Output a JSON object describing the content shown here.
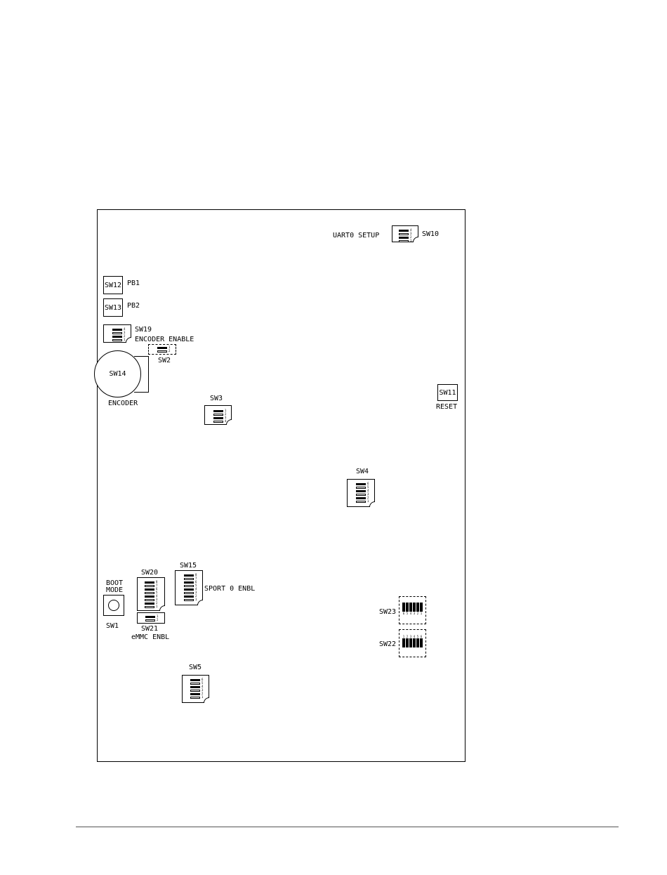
{
  "labels": {
    "uart0_setup": "UART0 SETUP",
    "sw10": "SW10",
    "sw12": "SW12",
    "pb1": "PB1",
    "sw13": "SW13",
    "pb2": "PB2",
    "sw19": "SW19",
    "encoder_enable": "ENCODER ENABLE",
    "sw2": "SW2",
    "sw14": "SW14",
    "encoder": "ENCODER",
    "sw3": "SW3",
    "sw11": "SW11",
    "reset": "RESET",
    "sw4": "SW4",
    "boot": "BOOT",
    "mode": "MODE",
    "sw1": "SW1",
    "sw20": "SW20",
    "sw21": "SW21",
    "emmc_enbl": "eMMC ENBL",
    "sw15": "SW15",
    "sport0_enbl": "SPORT 0 ENBL",
    "sw23": "SW23",
    "sw22": "SW22",
    "sw5": "SW5"
  },
  "dip_numbers": {
    "sw10": [
      "4",
      "3",
      "2",
      "1"
    ],
    "sw19": [
      "4",
      "3",
      "2",
      "1"
    ],
    "sw2": [
      "1",
      "2"
    ],
    "sw3": [
      "1",
      "2",
      "3",
      "4"
    ],
    "sw4": [
      "6",
      "5",
      "4",
      "3",
      "2",
      "1"
    ],
    "sw20": [
      "8",
      "7",
      "6",
      "5",
      "4",
      "3",
      "2",
      "1"
    ],
    "sw21": [
      "1",
      "2"
    ],
    "sw15": [
      "8",
      "7",
      "6",
      "5",
      "4",
      "3",
      "2",
      "1"
    ],
    "sw5": [
      "6",
      "5",
      "4",
      "3",
      "2",
      "1"
    ],
    "sw23": [
      "6",
      "5",
      "4",
      "3",
      "2",
      "1"
    ],
    "sw22": [
      "1",
      "2",
      "3",
      "4",
      "5",
      "6"
    ]
  }
}
